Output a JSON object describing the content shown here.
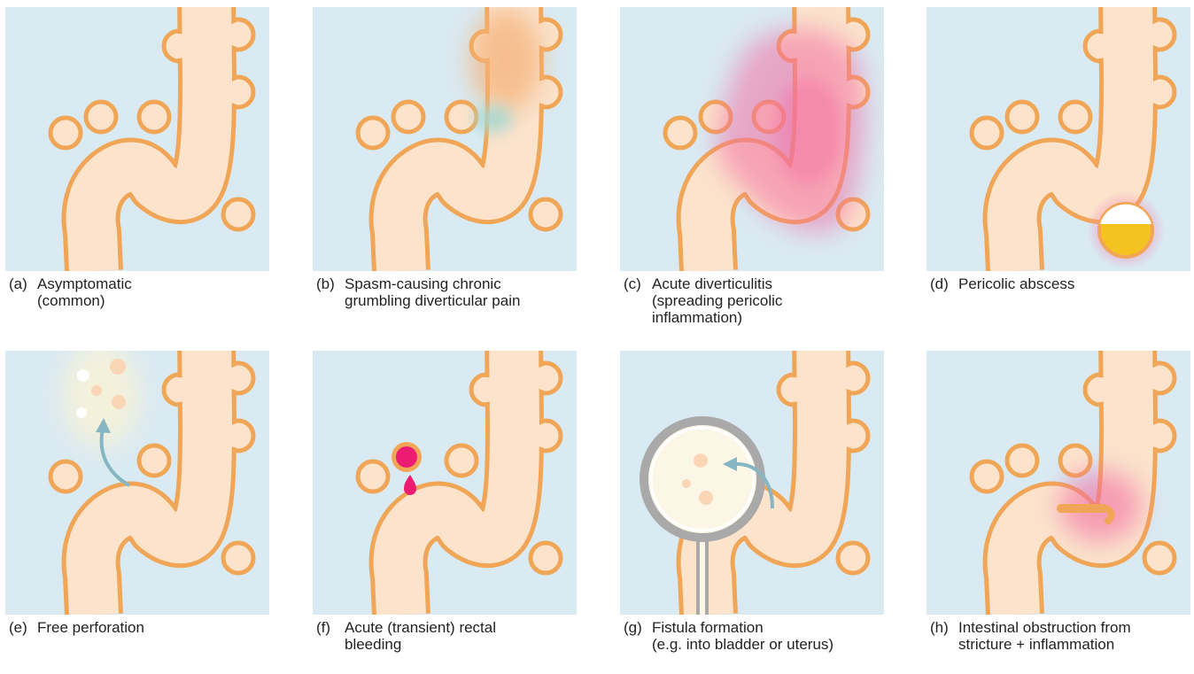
{
  "colors": {
    "panel_background": "#d9eaf2",
    "bowel_fill": "#fbe3cc",
    "bowel_outline": "#f0a656",
    "inflammation": "#f36ea3",
    "pus": "#f5c320",
    "blood": "#ec1c72",
    "arrow": "#86b6c2",
    "fistula_wall": "#a9a9a9"
  },
  "panels": [
    {
      "letter": "(a)",
      "text": "Asymptomatic\n(common)"
    },
    {
      "letter": "(b)",
      "text": "Spasm-causing chronic\ngrumbling diverticular pain"
    },
    {
      "letter": "(c)",
      "text": "Acute diverticulitis\n(spreading pericolic\ninflammation)"
    },
    {
      "letter": "(d)",
      "text": "Pericolic abscess"
    },
    {
      "letter": "(e)",
      "text": "Free perforation"
    },
    {
      "letter": "(f)",
      "text": "Acute (transient) rectal\nbleeding"
    },
    {
      "letter": "(g)",
      "text": "Fistula formation\n(e.g. into bladder or uterus)"
    },
    {
      "letter": "(h)",
      "text": "Intestinal obstruction from\nstricture + inflammation"
    }
  ]
}
